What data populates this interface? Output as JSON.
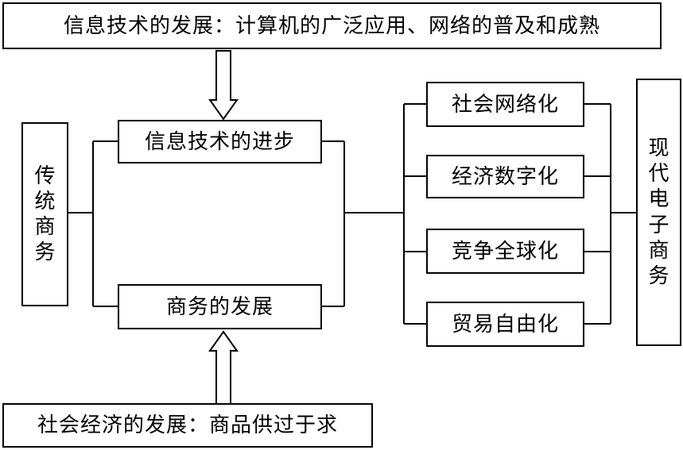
{
  "top_banner": "信息技术的发展：计算机的广泛应用、网络的普及和成熟",
  "bottom_banner": "社会经济的发展：商品供过于求",
  "left_box": "传统商务",
  "right_box": "现代电子商务",
  "mid_top": "信息技术的进步",
  "mid_bottom": "商务的发展",
  "trends": [
    "社会网络化",
    "经济数字化",
    "竞争全球化",
    "贸易自由化"
  ]
}
